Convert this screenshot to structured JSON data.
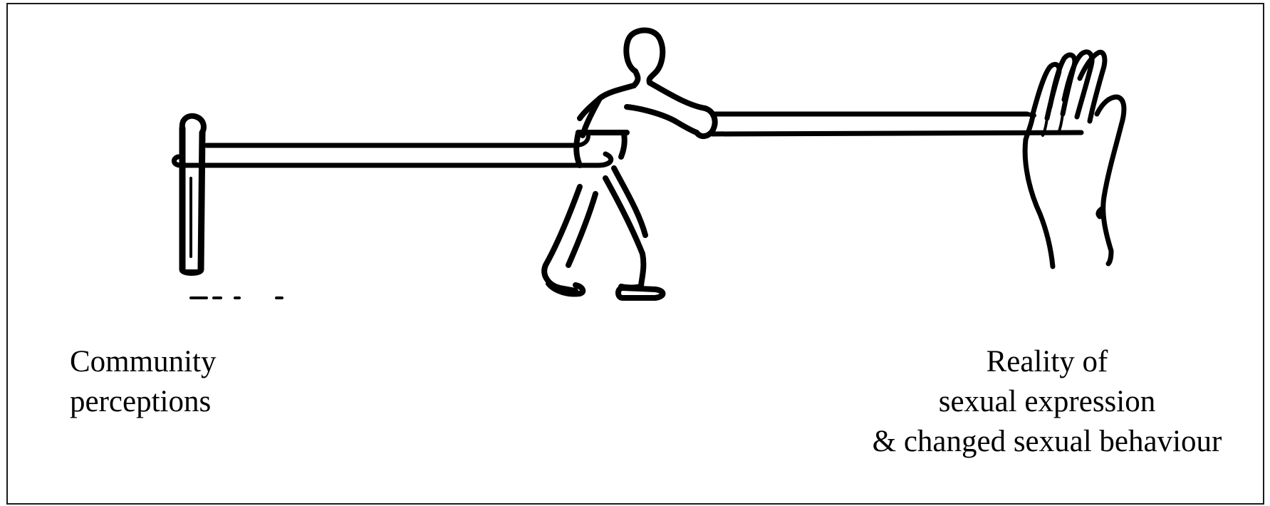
{
  "labels": {
    "left": [
      "Community",
      "perceptions"
    ],
    "right": [
      "Reality of",
      "sexual expression",
      "& changed sexual behaviour"
    ]
  },
  "icons": {
    "post": "post-icon",
    "person": "walking-person-icon",
    "hand": "hand-icon",
    "rope": "rope-icon"
  },
  "colors": {
    "ink": "#000000",
    "background": "#ffffff"
  }
}
